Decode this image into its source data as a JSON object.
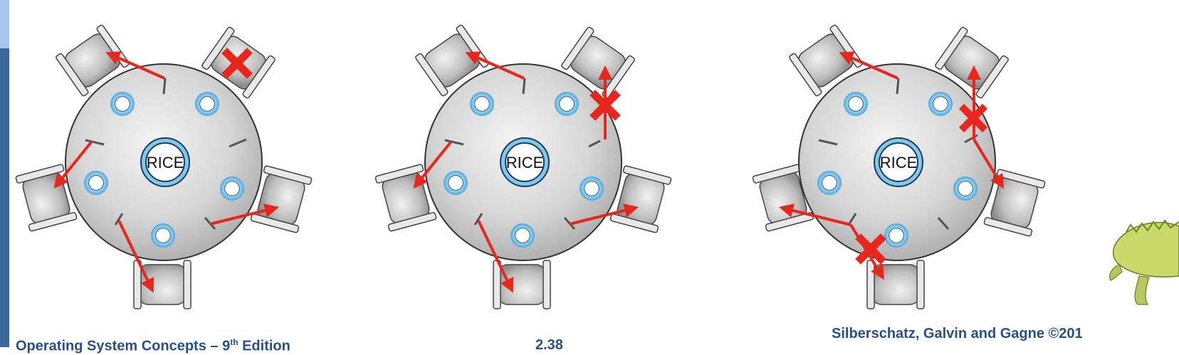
{
  "diagrams": [
    {
      "center_label": "RICE"
    },
    {
      "center_label": "RICE"
    },
    {
      "center_label": "RICE"
    }
  ],
  "footer": {
    "book_title_pre": "Operating System Concepts – 9",
    "book_title_sup": "th",
    "book_title_post": " Edition",
    "page_number": "2.38",
    "authors": "Silberschatz, Galvin and Gagne ©201"
  },
  "colors": {
    "accent_arrow": "#e8261c",
    "sidebar_dark": "#3b679a",
    "sidebar_light": "#a7c4ef",
    "footer_text": "#27508a",
    "bowl_blue": "#5db6e4"
  },
  "icons": [
    "chair-icon",
    "chopstick-icon",
    "rice-bowl-icon",
    "bowl-icon",
    "x-mark-icon",
    "dinosaur-logo-icon"
  ]
}
